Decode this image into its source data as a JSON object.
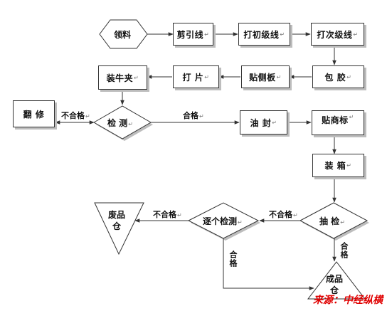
{
  "nodes": {
    "lingliao": "领料",
    "jianyinxian": "剪引线",
    "dachujixian": "打初级线",
    "dacijixian": "打次级线",
    "baojiao": "包 胶",
    "tiecebanban": "贴侧板",
    "dapian": "打 片",
    "zhuangniujia": "装牛夹",
    "fanxiu": "翻 修",
    "jiance": "检 测",
    "youfeng": "油 封",
    "tieshangbiao": "贴商标",
    "zhuangxiang": "装 箱",
    "choujian": "抽 检",
    "zhugejiance": "逐个检测",
    "feipincang_1": "废品",
    "feipincang_2": "仓",
    "chengpincang_1": "成品",
    "chengpincang_2": "仓"
  },
  "edge_labels": {
    "buhege_1": "不合格",
    "hege_1": "合格",
    "buhege_2": "不合格",
    "buhege_3": "不合格",
    "hege_2": "合格",
    "hege_3": "合格"
  },
  "source": "来源：中经纵横",
  "colors": {
    "line": "#333333",
    "shadow": "#bdbdbd",
    "source": "#e00000"
  }
}
